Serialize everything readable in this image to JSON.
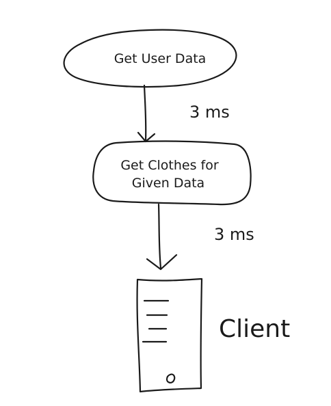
{
  "nodes": {
    "get_user_data": {
      "label": "Get User Data"
    },
    "get_clothes": {
      "label_line1": "Get Clothes for",
      "label_line2": "Given Data"
    },
    "client": {
      "label": "Client",
      "icon": "phone-icon"
    }
  },
  "edges": [
    {
      "from": "Get User Data",
      "to": "Get Clothes for Given Data",
      "label": "3 ms"
    },
    {
      "from": "Get Clothes for Given Data",
      "to": "Client",
      "label": "3 ms"
    }
  ],
  "colors": {
    "ink": "#1a1a1a",
    "background": "#ffffff"
  }
}
